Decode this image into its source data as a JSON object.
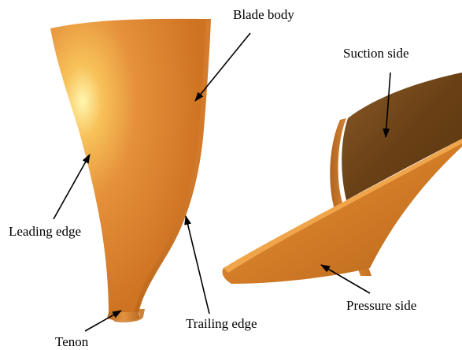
{
  "labels": {
    "blade_body": "Blade body",
    "leading_edge": "Leading edge",
    "trailing_edge": "Trailing edge",
    "tenon": "Tenon",
    "suction_side": "Suction side",
    "pressure_side": "Pressure side"
  },
  "colors": {
    "blade_orange": "#e08a30",
    "blade_highlight": "#fff3a8",
    "blade_shadow": "#a85e18",
    "suction_brown": "#6e4418",
    "arrow": "#000000"
  }
}
